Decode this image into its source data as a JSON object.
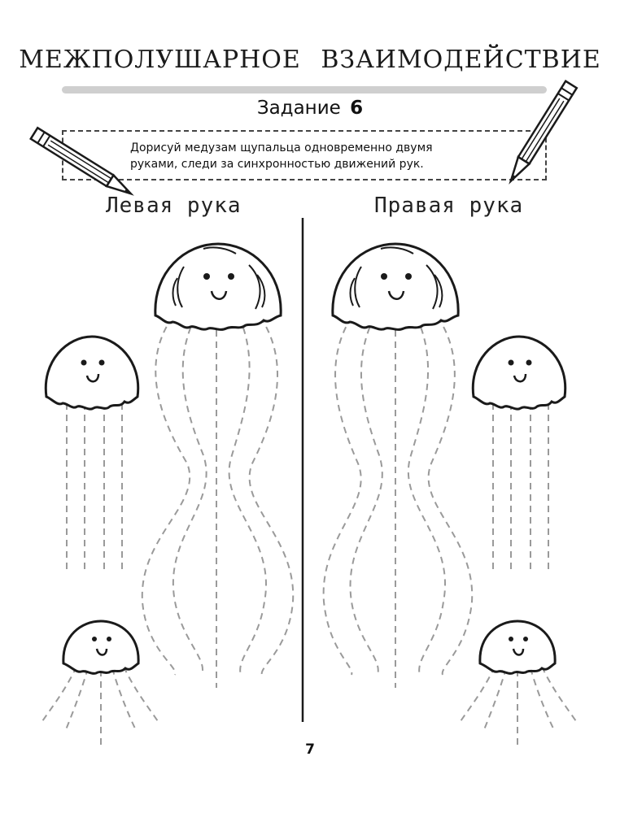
{
  "header": {
    "title": "МЕЖПОЛУШАРНОЕ ВЗАИМОДЕЙСТВИЕ"
  },
  "task": {
    "label": "Задание",
    "number": "6",
    "instruction_line1": "Дорисуй медузам щупальца одновременно двумя",
    "instruction_line2": "руками, следи за синхронностью движений рук."
  },
  "hands": {
    "left": "Левая рука",
    "right": "Правая рука"
  },
  "footer": {
    "page_number": "7"
  },
  "icons": [
    "pencil-icon",
    "jellyfish-icon"
  ],
  "colors": {
    "ink": "#1a1a1a",
    "rule": "#cfcfcf",
    "dash": "#9a9a9a"
  }
}
